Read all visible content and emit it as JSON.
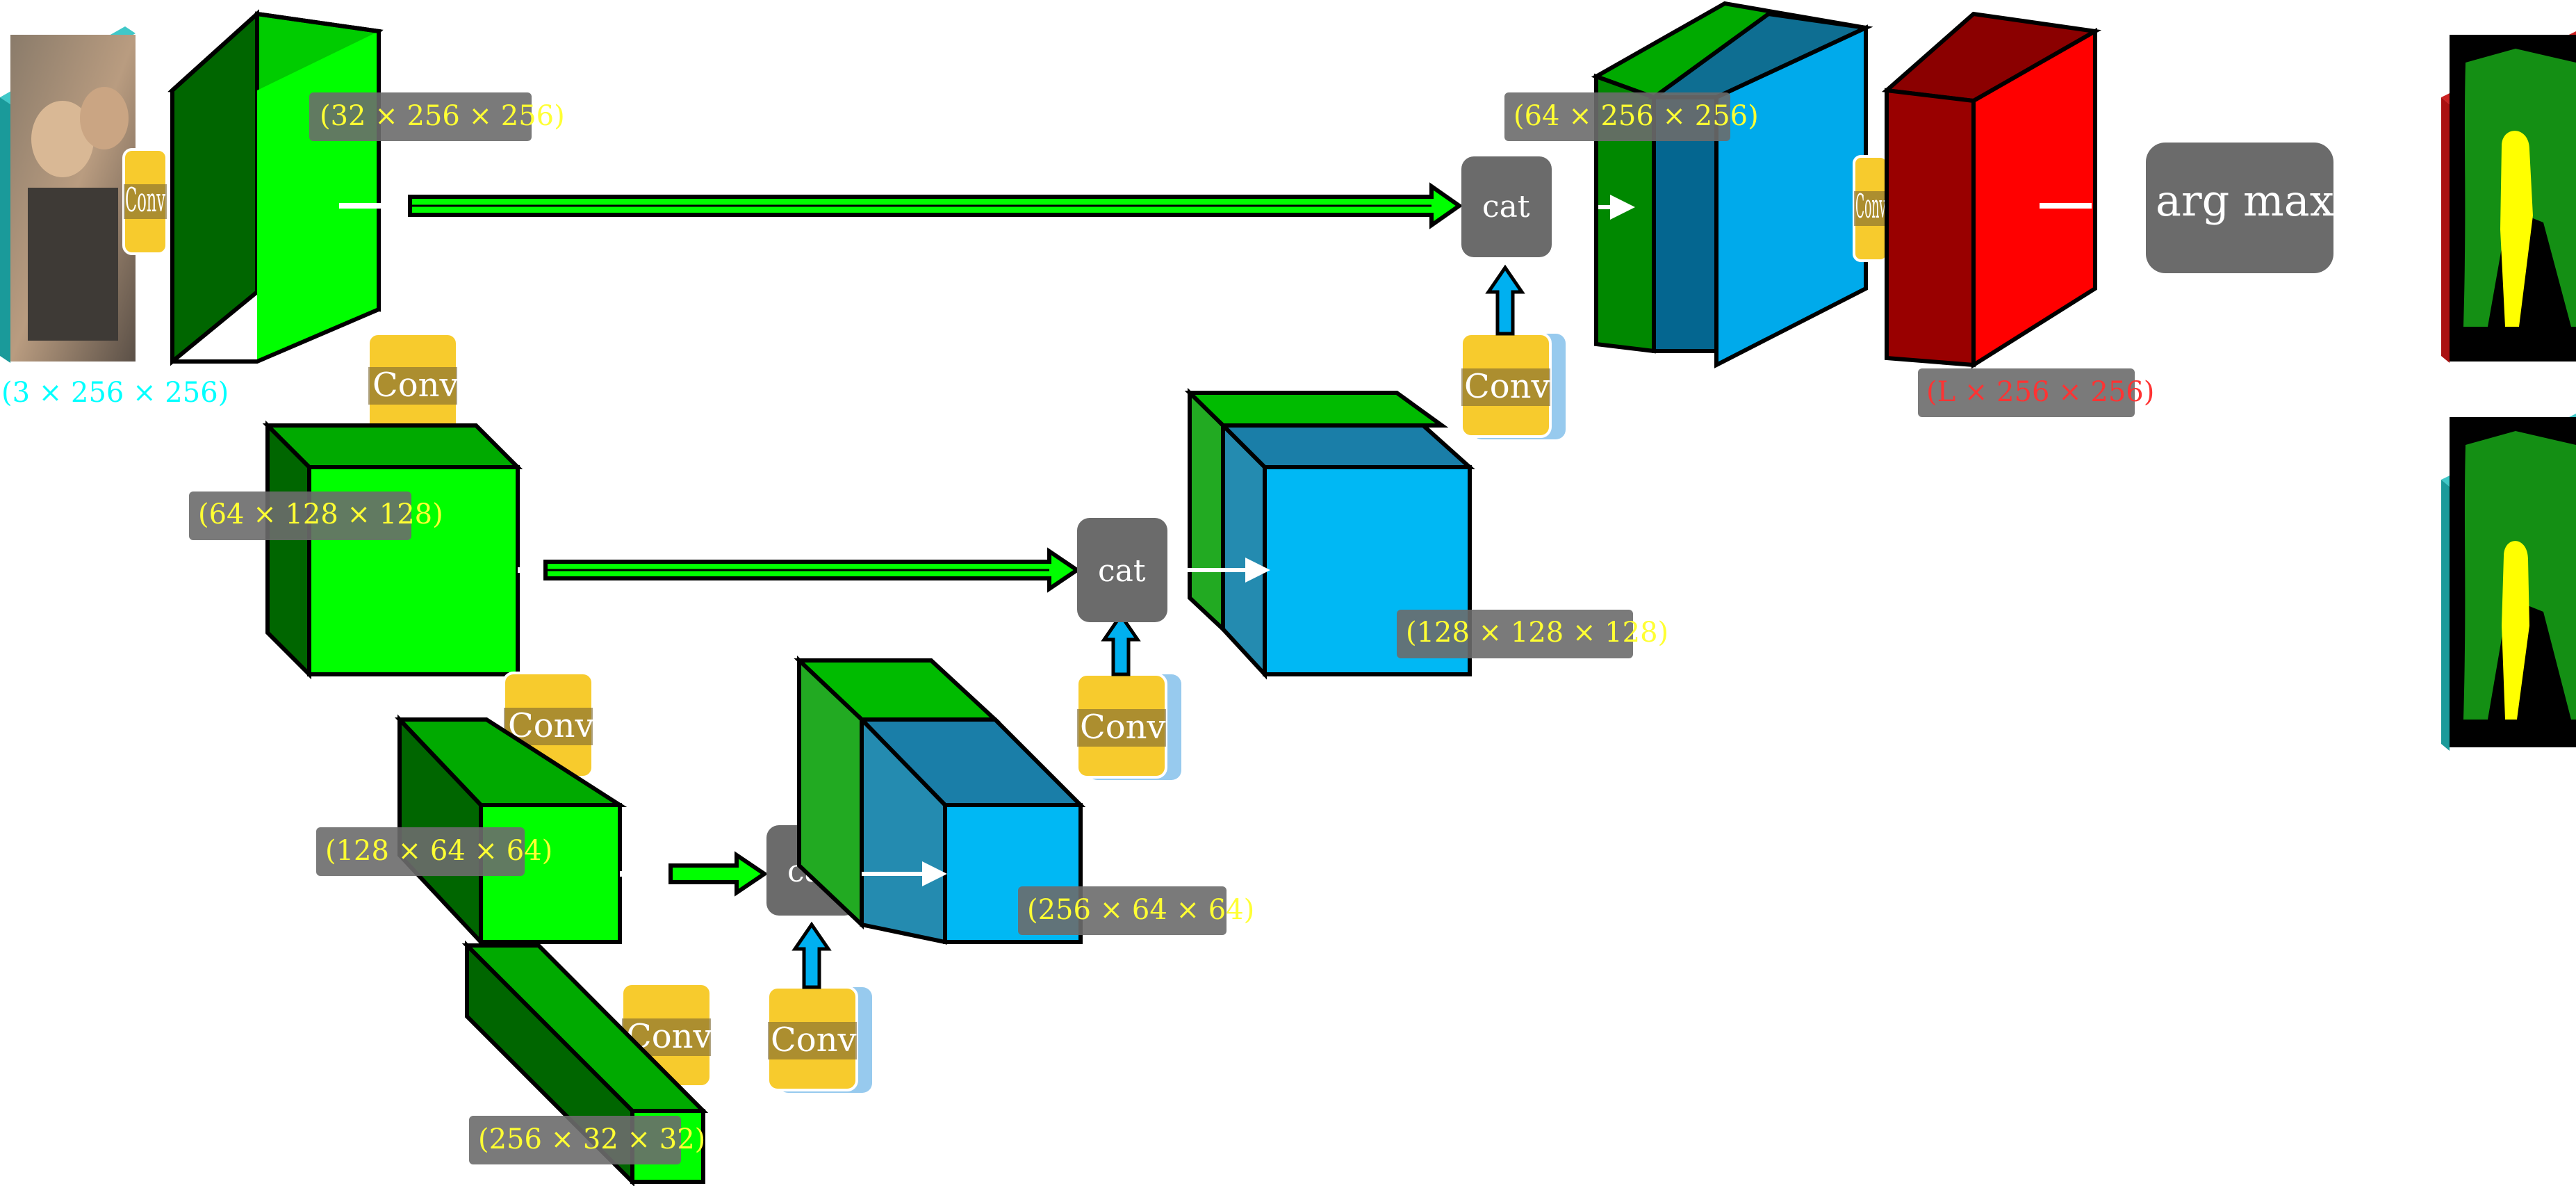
{
  "diagram": {
    "input_shape": "(3 × 256 × 256)",
    "shapes": {
      "e1": "(32 × 256 × 256)",
      "e2": "(64 × 128 × 128)",
      "e3": "(128 × 64 × 64)",
      "e4": "(256 × 32 × 32)",
      "d3": "(256 × 64 × 64)",
      "d2": "(128 × 128 × 128)",
      "d1": "(64 × 256 × 256)",
      "out": "(L × 256 × 256)"
    },
    "op_conv": "Conv",
    "op_cat": "cat",
    "op_argmax": "arg max",
    "colors": {
      "encoder_front": "#00ff00",
      "encoder_side": "#008000",
      "decoder_front": "#00b0f0",
      "decoder_side": "#0e6e92",
      "output_front": "#ff0000",
      "output_side": "#8b0000",
      "conv_box": "#f7cb2d",
      "op_box": "#6b6b6b",
      "label_text": "#ffff33",
      "input_label": "#00ffff",
      "output_label": "#ff3333"
    }
  }
}
